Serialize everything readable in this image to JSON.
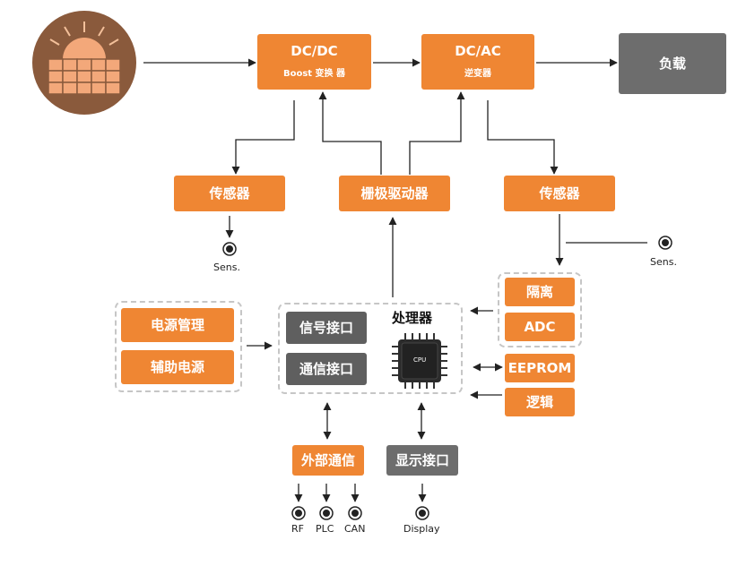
{
  "boxes": {
    "dcdc_title": "DC/DC",
    "dcdc_sub": "Boost 变换 器",
    "dcac_title": "DC/AC",
    "dcac_sub": "逆变器",
    "load": "负载",
    "sensor_left": "传感器",
    "gate_driver": "栅极驱动器",
    "sensor_right": "传感器",
    "isolation": "隔离",
    "adc": "ADC",
    "eeprom": "EEPROM",
    "logic": "逻辑",
    "power_mgmt": "电源管理",
    "aux_power": "辅助电源",
    "signal_if": "信号接口",
    "comm_if": "通信接口",
    "processor": "处理器",
    "cpu": "CPU",
    "ext_comm": "外部通信",
    "display_if": "显示接口"
  },
  "terminals": {
    "sens_left": "Sens.",
    "sens_right": "Sens.",
    "rf": "RF",
    "plc": "PLC",
    "can": "CAN",
    "display": "Display"
  },
  "colors": {
    "orange": "#ef8633",
    "gray": "#6d6d6d",
    "solar_bg": "#8a5a3c",
    "solar_panel": "#f3a87a"
  }
}
